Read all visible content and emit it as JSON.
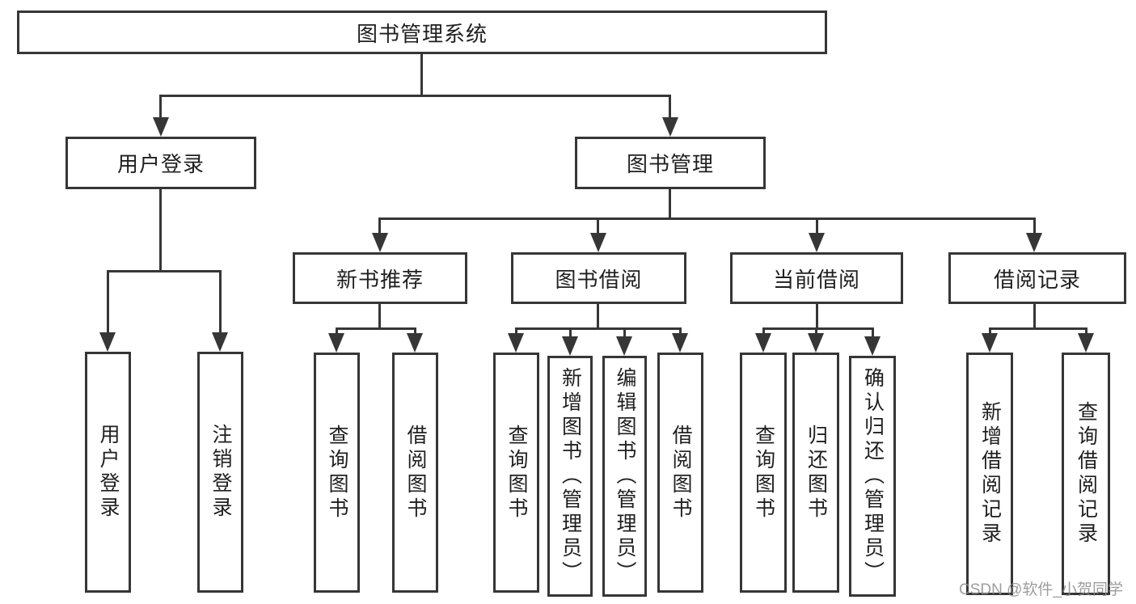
{
  "tree": {
    "root": {
      "label": "图书管理系统"
    },
    "branches": [
      {
        "label": "用户登录",
        "children": [
          {
            "label": "用户登录"
          },
          {
            "label": "注销登录"
          }
        ]
      },
      {
        "label": "图书管理",
        "children": [
          {
            "label": "新书推荐",
            "children": [
              {
                "label": "查询图书"
              },
              {
                "label": "借阅图书"
              }
            ]
          },
          {
            "label": "图书借阅",
            "children": [
              {
                "label": "查询图书"
              },
              {
                "label": "新增图书（管理员）"
              },
              {
                "label": "编辑图书（管理员）"
              },
              {
                "label": "借阅图书"
              }
            ]
          },
          {
            "label": "当前借阅",
            "children": [
              {
                "label": "查询图书"
              },
              {
                "label": "归还图书"
              },
              {
                "label": "确认归还（管理员）"
              }
            ]
          },
          {
            "label": "借阅记录",
            "children": [
              {
                "label": "新增借阅记录"
              },
              {
                "label": "查询借阅记录"
              }
            ]
          }
        ]
      }
    ]
  },
  "watermark": {
    "text": "CSDN @软件_小贺同学"
  },
  "colors": {
    "line": "#363636",
    "text": "#1f1f1f",
    "background": "#ffffff",
    "watermark": "#8c8c8c"
  }
}
